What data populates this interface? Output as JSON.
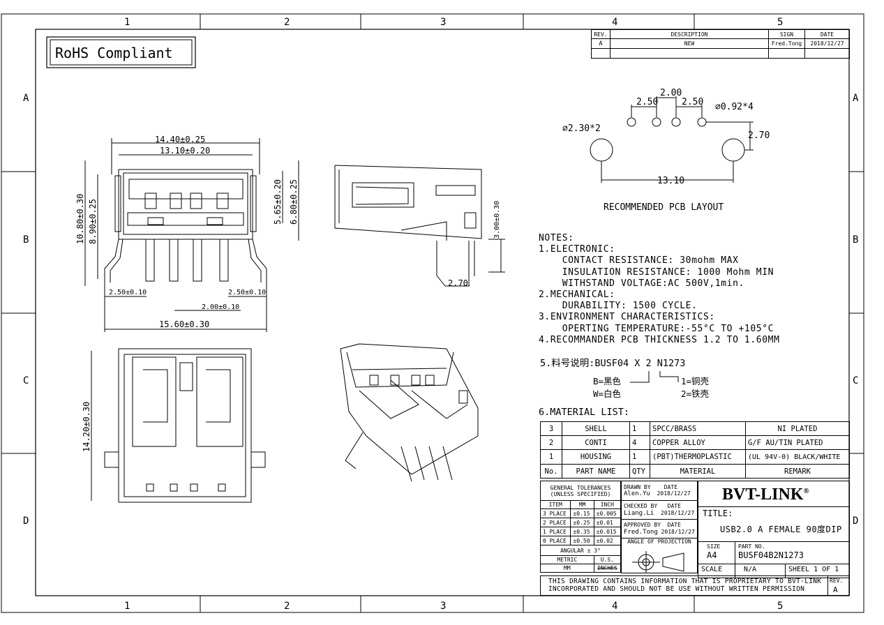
{
  "grid": {
    "cols": [
      "1",
      "2",
      "3",
      "4",
      "5"
    ],
    "rows": [
      "A",
      "B",
      "C",
      "D"
    ]
  },
  "rohs": "RoHS Compliant",
  "revision": {
    "headers": [
      "REV.",
      "DESCRIPTION",
      "SIGN",
      "DATE"
    ],
    "row": [
      "A",
      "NEW",
      "Fred.Tong",
      "2018/12/27"
    ]
  },
  "front_view": {
    "dims": [
      "14.40±0.25",
      "13.10±0.20",
      "10.80±0.30",
      "8.90±0.25",
      "5.65±0.20",
      "6.80±0.25",
      "2.50±0.10",
      "2.50±0.10",
      "2.00±0.10",
      "15.60±0.30"
    ]
  },
  "side_view": {
    "dims": [
      "3.00±0.30",
      "2.70"
    ]
  },
  "bottom_view": {
    "dims": [
      "14.20±0.30"
    ]
  },
  "pcb_layout": {
    "dims": [
      "2.00",
      "2.50",
      "2.50",
      "⌀0.92*4",
      "⌀2.30*2",
      "2.70",
      "13.10"
    ],
    "caption": "RECOMMENDED PCB LAYOUT"
  },
  "notes": {
    "lines": [
      "NOTES:",
      "1.ELECTRONIC:",
      "    CONTACT RESISTANCE: 30mohm MAX",
      "    INSULATION RESISTANCE: 1000 Mohm MIN",
      "    WITHSTAND VOLTAGE:AC 500V,1min.",
      "2.MECHANICAL:",
      "    DURABILITY: 1500 CYCLE.",
      "3.ENVIRONMENT CHARACTERISTICS:",
      "    OPERTING TEMPERATURE:-55°C TO +105°C",
      "4.RECOMMANDER PCB THICKNESS 1.2 TO 1.60MM"
    ],
    "part_code": "5.料号说明:BUSF04 X 2 N1273",
    "code_b": "B=黑色",
    "code_w": "W=白色",
    "code_1": "1=铜壳",
    "code_2": "2=铁壳",
    "material_title": "6.MATERIAL LIST:"
  },
  "material_list": {
    "rows": [
      [
        "3",
        "SHELL",
        "1",
        "SPCC/BRASS",
        "NI PLATED"
      ],
      [
        "2",
        "CONTI",
        "4",
        "COPPER ALLOY",
        "G/F AU/TIN PLATED"
      ],
      [
        "1",
        "HOUSING",
        "1",
        "(PBT)THERMOPLASTIC",
        "(UL 94V-0) BLACK/WHITE"
      ]
    ],
    "header": [
      "No.",
      "PART NAME",
      "QTY",
      "MATERIAL",
      "REMARK"
    ]
  },
  "title_block": {
    "tolerances_title": "GENERAL TOLERANCES",
    "tolerances_sub": "(UNLESS SPECIFIED)",
    "tol_header": [
      "ITEM",
      "MM",
      "INCH"
    ],
    "tol_rows": [
      [
        "3 PLACE",
        "±0.15",
        "±0.005"
      ],
      [
        "2 PLACE",
        "±0.25",
        "±0.01"
      ],
      [
        "1 PLACE",
        "±0.35",
        "±0.015"
      ],
      [
        "0 PLACE",
        "±0.50",
        "±0.02"
      ]
    ],
    "angular": "ANGULAR ± 3°",
    "metric": "METRIC",
    "us": "U.S.",
    "mm": "MM",
    "inches": "INCHES",
    "drawn_by": "DRAWN BY",
    "drawn_name": "Alen.Yu",
    "checked_by": "CHECKED BY",
    "checked_name": "Liang.Li",
    "approved_by": "APPROVED BY",
    "approved_name": "Fred.Tong",
    "date_label": "DATE",
    "date": "2018/12/27",
    "company": "BVT-LINK",
    "title_label": "TITLE:",
    "title": "USB2.0 A FEMALE 90度DIP",
    "projection": "ANGLE OF PROJECTION",
    "size_label": "SIZE",
    "size": "A4",
    "part_no_label": "PART NO.",
    "part_no": "BUSF04B2N1273",
    "scale_label": "SCALE",
    "scale": "N/A",
    "sheet": "SHEEL 1 OF 1",
    "disclaimer_1": "THIS DRAWING CONTAINS INFORMATION THAT IS PROPRIETARY TO BVT-LINK",
    "disclaimer_2": "INCORPORATED AND SHOULD NOT BE USE WITHOUT WRITTEN PERMISSION",
    "rev_label": "REV.",
    "rev": "A"
  }
}
